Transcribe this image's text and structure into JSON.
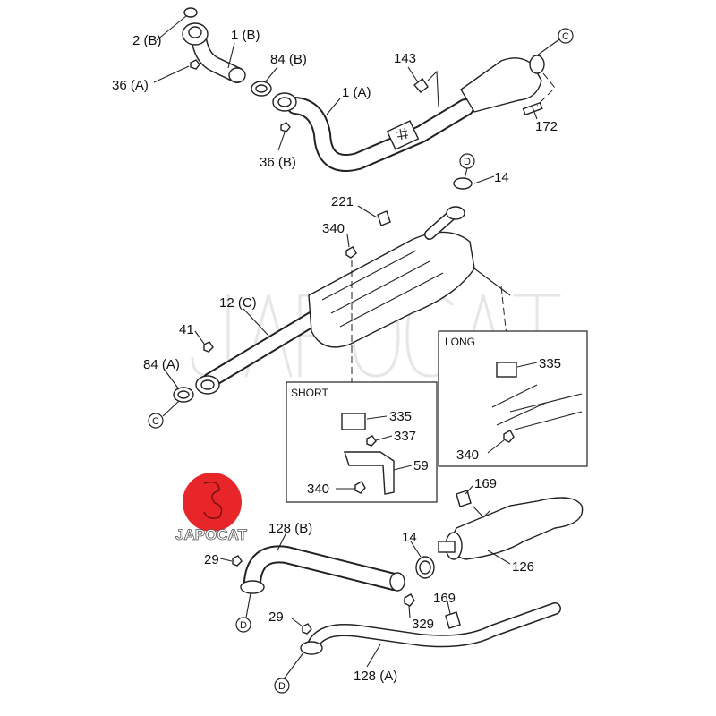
{
  "watermark": "JAPOCAT",
  "logo": {
    "text": "JAPOCAT",
    "color": "#e8262a"
  },
  "colors": {
    "line": "#222222",
    "logo_red": "#e8262a",
    "watermark": "#e6e6e6"
  },
  "labels": {
    "p2b": "2 (B)",
    "p1b": "1 (B)",
    "p84b": "84 (B)",
    "p36a": "36 (A)",
    "p143": "143",
    "p1a": "1 (A)",
    "p172": "172",
    "p36b": "36 (B)",
    "p14_top": "14",
    "p221": "221",
    "p340_top": "340",
    "p12c": "12 (C)",
    "p41": "41",
    "p84a": "84 (A)",
    "p335_long": "335",
    "p340_long": "340",
    "p335_short": "335",
    "p337": "337",
    "p59": "59",
    "p340_short": "340",
    "p169_top": "169",
    "p128b": "128 (B)",
    "p29_top": "29",
    "p14_bottom": "14",
    "p126": "126",
    "p329": "329",
    "p169_bottom": "169",
    "p29_bottom": "29",
    "p128a": "128 (A)"
  },
  "connectors": {
    "c_top": "C",
    "c_left": "C",
    "d_top": "D",
    "d_left": "D",
    "d_bottom": "D"
  },
  "detail_boxes": {
    "long": "LONG",
    "short": "SHORT"
  }
}
